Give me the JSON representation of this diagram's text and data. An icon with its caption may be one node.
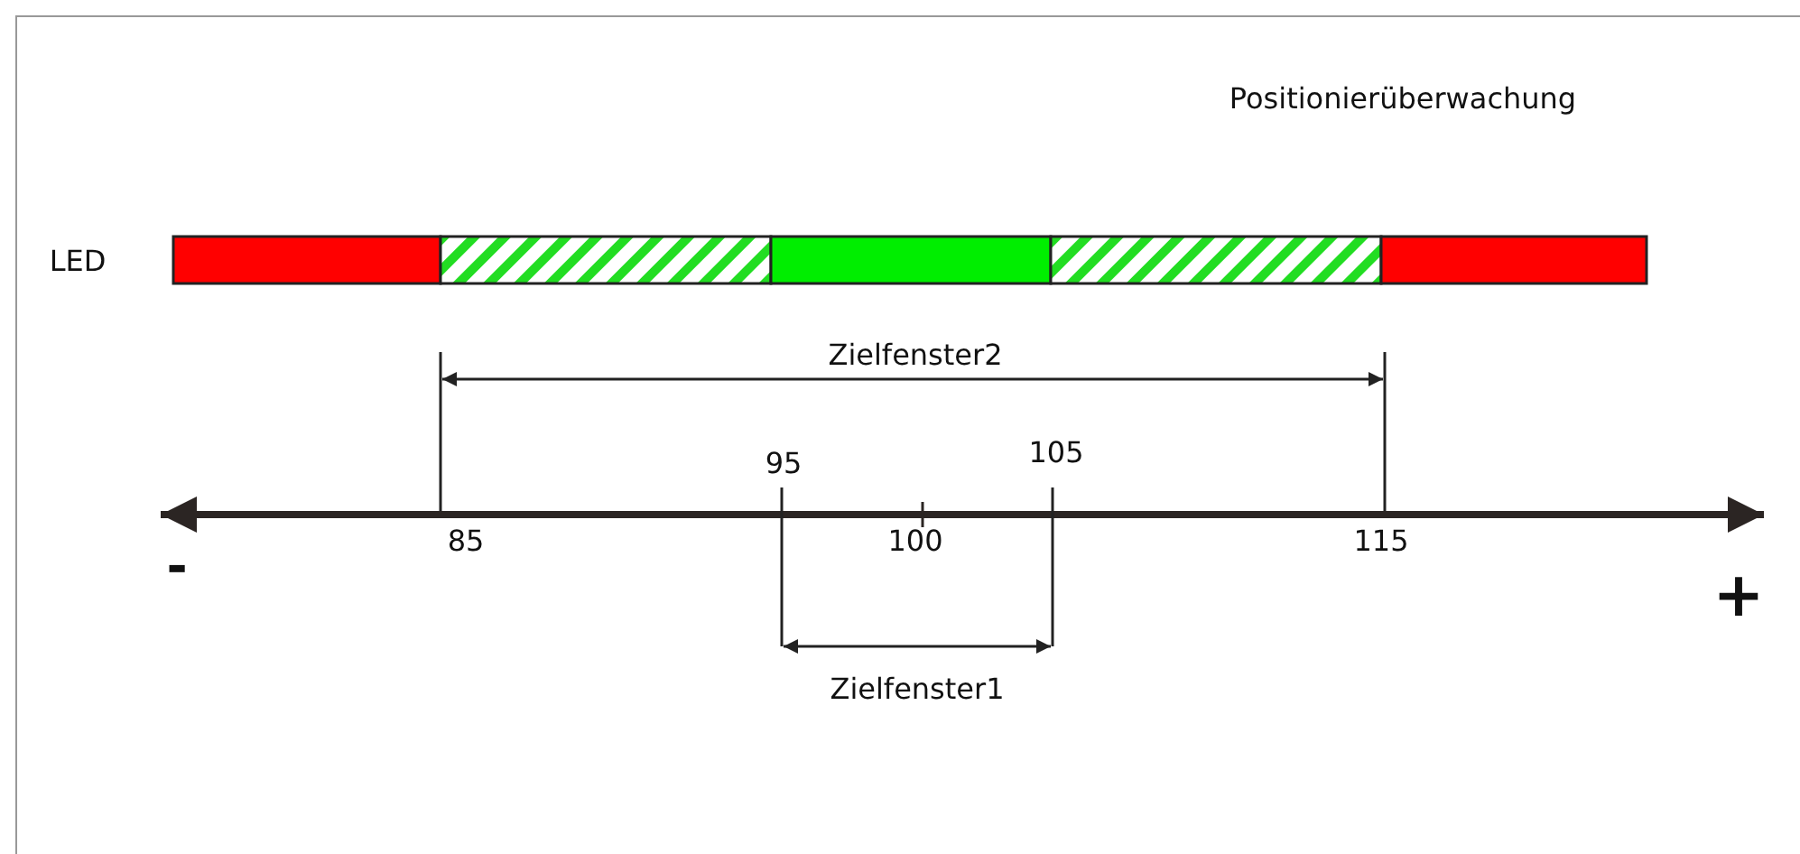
{
  "diagram": {
    "title": "Positionierüberwachung",
    "labels": [
      "LED",
      "Zielfenster2",
      "95",
      "105",
      "-",
      "85",
      "100",
      "115",
      "+",
      "Zielfenster1"
    ]
  }
}
